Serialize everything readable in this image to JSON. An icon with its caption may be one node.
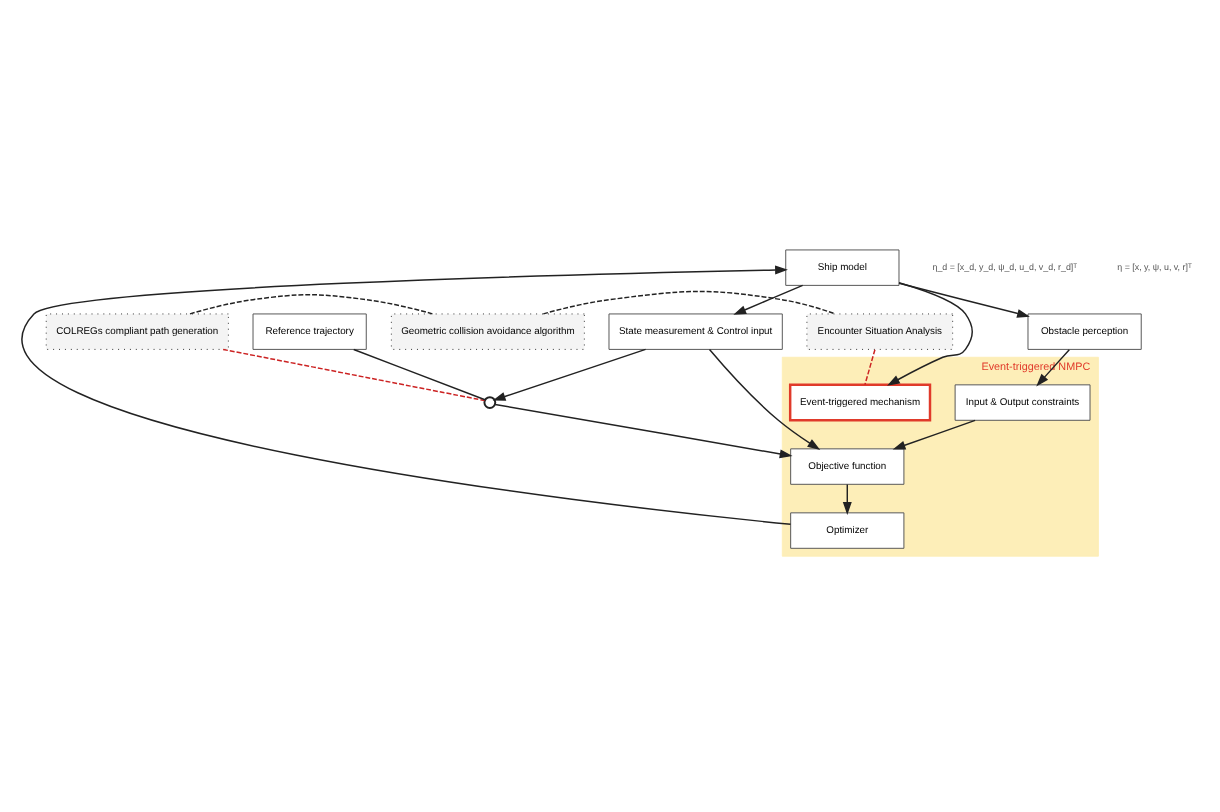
{
  "diagram": {
    "nodes": [
      {
        "text": [
          "COLREGs compliant path generation"
        ]
      },
      {
        "text": [
          "Geometric collision avoidance algorithm"
        ]
      },
      {
        "text": [
          "Encounter Situation Analysis"
        ]
      },
      {
        "text": [
          "Event-triggered NMPC"
        ]
      },
      {
        "text": [
          "Event-triggered mechanism"
        ],
        "in": 3
      },
      {
        "text": [
          "Objective function"
        ],
        "in": 3
      },
      {
        "text": [
          "Optimizer"
        ],
        "in": 3
      },
      {
        "text": [
          "Input & Output constraints"
        ],
        "in": 3
      },
      {
        "text": [
          "Reference trajectory"
        ]
      },
      {
        "text": [
          "Obstacle perception"
        ]
      },
      {
        "text": [
          "Ship model"
        ]
      },
      {
        "text": [
          "State measurement & Control input"
        ]
      },
      {
        "text": [],
        "shape": "circle"
      }
    ],
    "edges": [
      {
        "from": 0,
        "to": 1,
        "arrow": "none",
        "style": "dashed"
      },
      {
        "from": 1,
        "to": 2,
        "arrow": "none",
        "style": "dashed"
      },
      {
        "from": 2,
        "to": 4,
        "arrow": "none",
        "style": "dashed",
        "color": "#cc2222"
      },
      {
        "from": 0,
        "to": 12,
        "arrow": "none",
        "style": "dashed",
        "color": "#cc2222"
      },
      {
        "from": 8,
        "to": 12,
        "arrow": "none"
      },
      {
        "from": 12,
        "to": 5,
        "arrow": "to"
      },
      {
        "from": 11,
        "to": 12,
        "arrow": "to"
      },
      {
        "from": 11,
        "to": 5,
        "arrow": "to"
      },
      {
        "from": 7,
        "to": 5,
        "arrow": "to"
      },
      {
        "from": 9,
        "to": 7,
        "arrow": "to"
      },
      {
        "from": 5,
        "to": 6,
        "arrow": "to"
      },
      {
        "from": 6,
        "to": 10,
        "arrow": "to"
      },
      {
        "from": 10,
        "to": 4,
        "arrow": "to"
      },
      {
        "from": 10,
        "to": 9,
        "arrow": "to"
      },
      {
        "from": 10,
        "to": 11,
        "arrow": "to"
      }
    ],
    "labels": [
      "η_d = [x_d, y_d, ψ_d, u_d, v_d, r_d]ᵀ",
      "η = [x, y, ψ, u, v, r]ᵀ"
    ]
  }
}
